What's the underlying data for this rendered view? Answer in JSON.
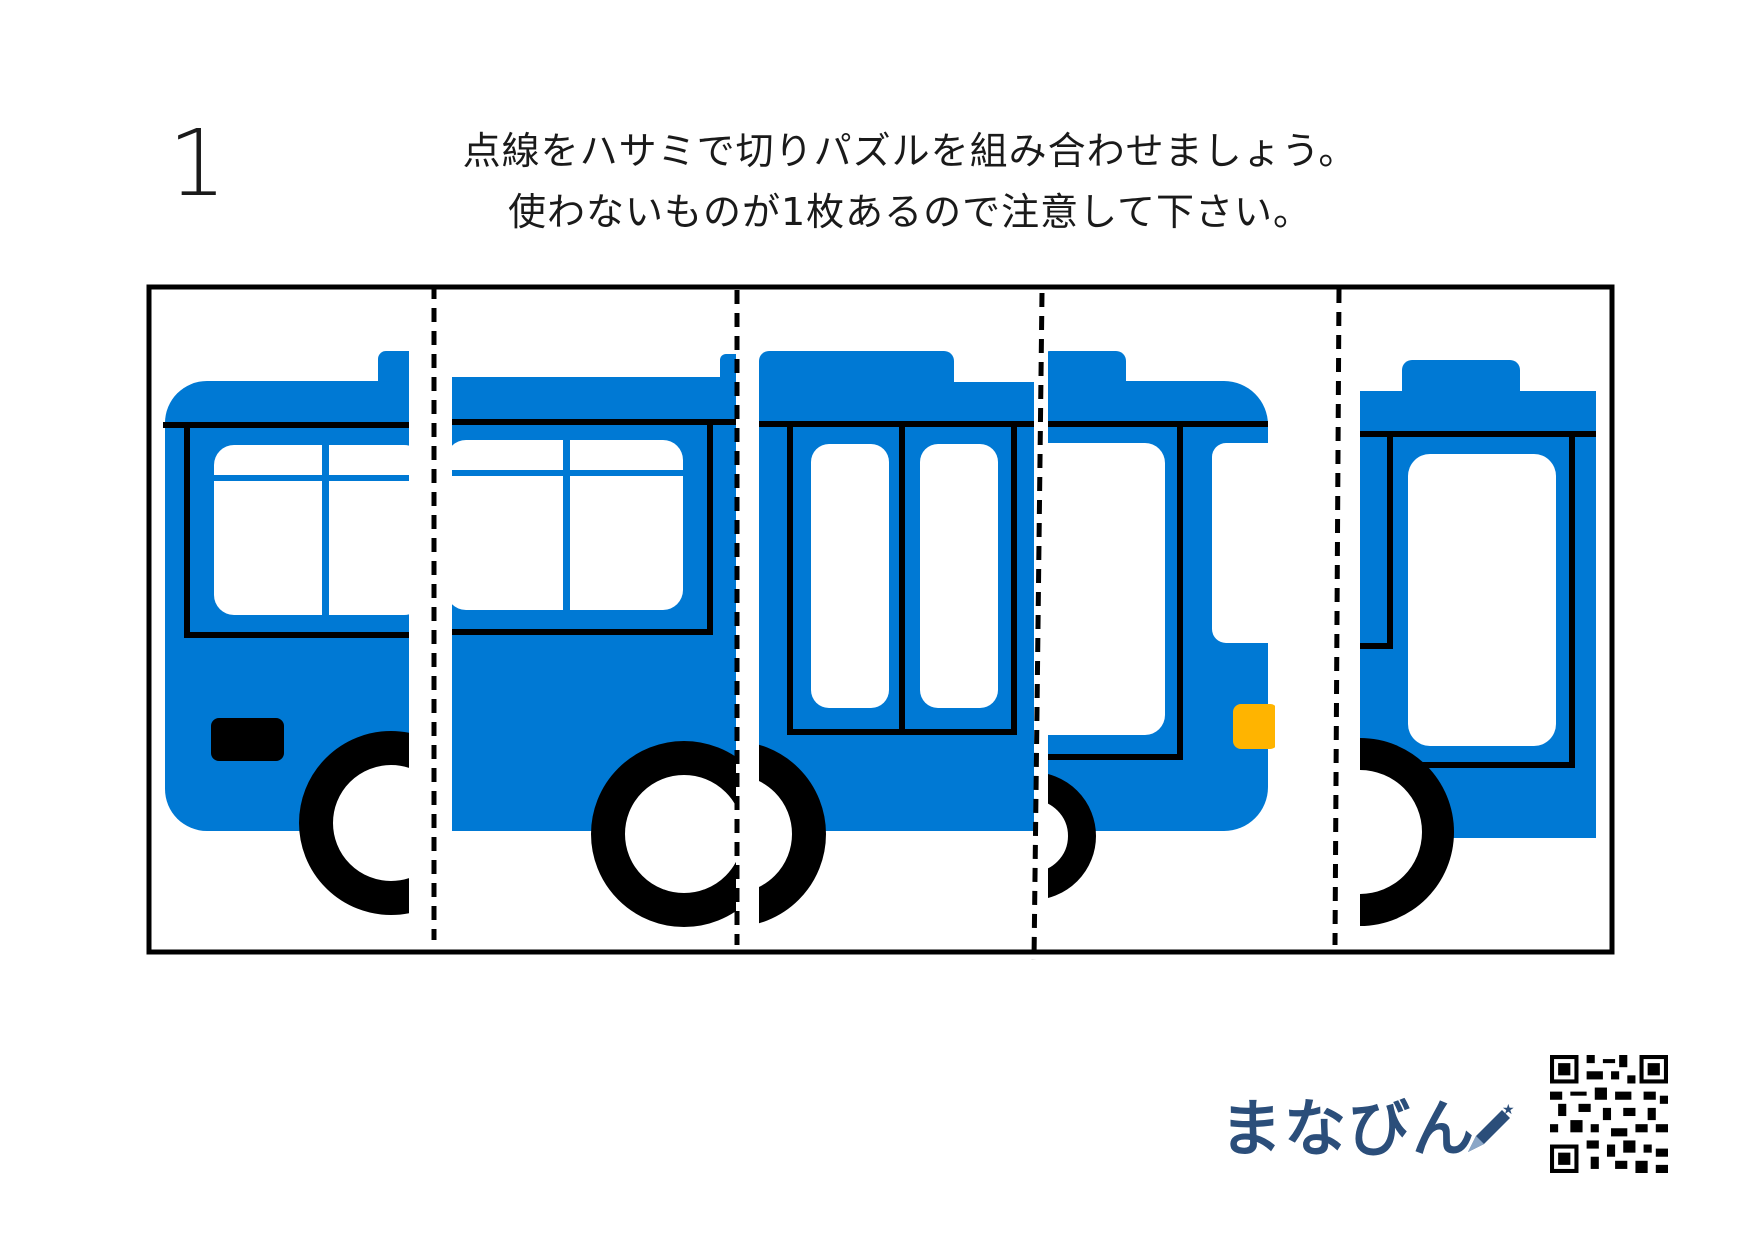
{
  "page": {
    "number": "1",
    "instruction_line1": "点線をハサミで切りパズルを組み合わせましょう。",
    "instruction_line2": "使わないものが1枚あるので注意して下さい。"
  },
  "puzzle": {
    "subject": "bus",
    "piece_count": 5,
    "unused_pieces": 1
  },
  "colors": {
    "bus_body": "#0079d4",
    "frame": "#000000",
    "window": "#ffffff",
    "light": "#ffb400",
    "logo": "#2b4e7a"
  },
  "footer": {
    "logo_text": "まなびん",
    "logo_icon": "pencil-icon",
    "qr_icon": "qr-code-icon"
  }
}
